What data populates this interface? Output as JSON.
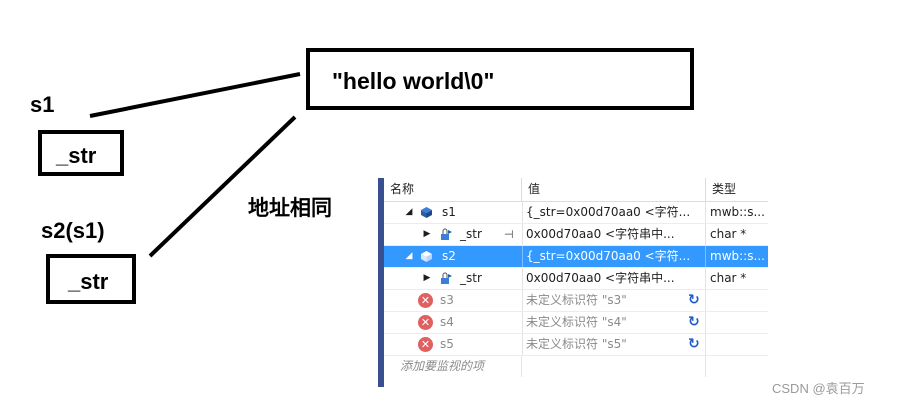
{
  "diagram": {
    "s1_label": "s1",
    "s1_field": "_str",
    "s2_label": "s2(s1)",
    "s2_field": "_str",
    "string_value": "\"hello world\\0\"",
    "same_address_label": "地址相同"
  },
  "watch": {
    "headers": {
      "name": "名称",
      "value": "值",
      "type": "类型"
    },
    "rows": [
      {
        "name": "s1",
        "value": "{_str=0x00d70aa0 <字符...",
        "type": "mwb::s..."
      },
      {
        "name": "_str",
        "value": "0x00d70aa0 <字符串中...",
        "type": "char *"
      },
      {
        "name": "s2",
        "value": "{_str=0x00d70aa0 <字符...",
        "type": "mwb::s..."
      },
      {
        "name": "_str",
        "value": "0x00d70aa0 <字符串中...",
        "type": "char *"
      },
      {
        "name": "s3",
        "value": "未定义标识符 \"s3\"",
        "type": ""
      },
      {
        "name": "s4",
        "value": "未定义标识符 \"s4\"",
        "type": ""
      },
      {
        "name": "s5",
        "value": "未定义标识符 \"s5\"",
        "type": ""
      }
    ],
    "add_placeholder": "添加要监视的项"
  },
  "watermark": "CSDN @袁百万"
}
